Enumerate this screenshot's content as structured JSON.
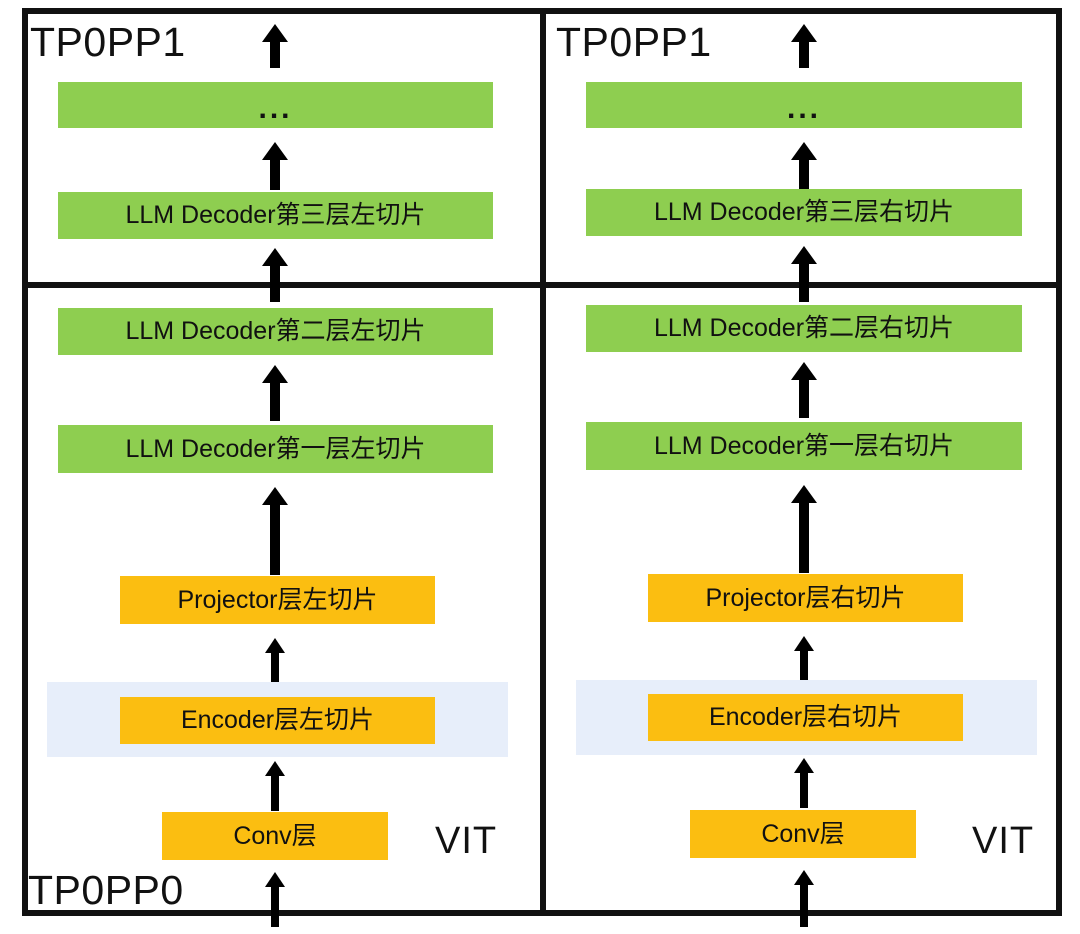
{
  "diagram": {
    "title": "VIT + LLM Decoder tensor/pipeline parallel split",
    "colors": {
      "green": "#8ECE50",
      "orange": "#FBBE11",
      "band_blue": "#E7EEFA",
      "frame": "#111111",
      "arrow": "#000000"
    }
  },
  "panels": {
    "top_left": {
      "stage_label": "TP0PP1",
      "blocks": [
        {
          "label": "...",
          "color": "green"
        },
        {
          "label": "LLM Decoder第三层左切片",
          "color": "green"
        }
      ]
    },
    "top_right": {
      "stage_label": "TP0PP1",
      "blocks": [
        {
          "label": "...",
          "color": "green"
        },
        {
          "label": "LLM Decoder第三层右切片",
          "color": "green"
        }
      ]
    },
    "bottom_left": {
      "stage_label": "TP0PP0",
      "group_label": "VIT",
      "blocks": [
        {
          "label": "LLM Decoder第二层左切片",
          "color": "green"
        },
        {
          "label": "LLM Decoder第一层左切片",
          "color": "green"
        },
        {
          "label": "Projector层左切片",
          "color": "orange"
        },
        {
          "label": "Encoder层左切片",
          "color": "orange"
        },
        {
          "label": "Conv层",
          "color": "orange"
        }
      ]
    },
    "bottom_right": {
      "stage_label": "",
      "group_label": "VIT",
      "blocks": [
        {
          "label": "LLM Decoder第二层右切片",
          "color": "green"
        },
        {
          "label": "LLM Decoder第一层右切片",
          "color": "green"
        },
        {
          "label": "Projector层右切片",
          "color": "orange"
        },
        {
          "label": "Encoder层右切片",
          "color": "orange"
        },
        {
          "label": "Conv层",
          "color": "orange"
        }
      ]
    }
  }
}
